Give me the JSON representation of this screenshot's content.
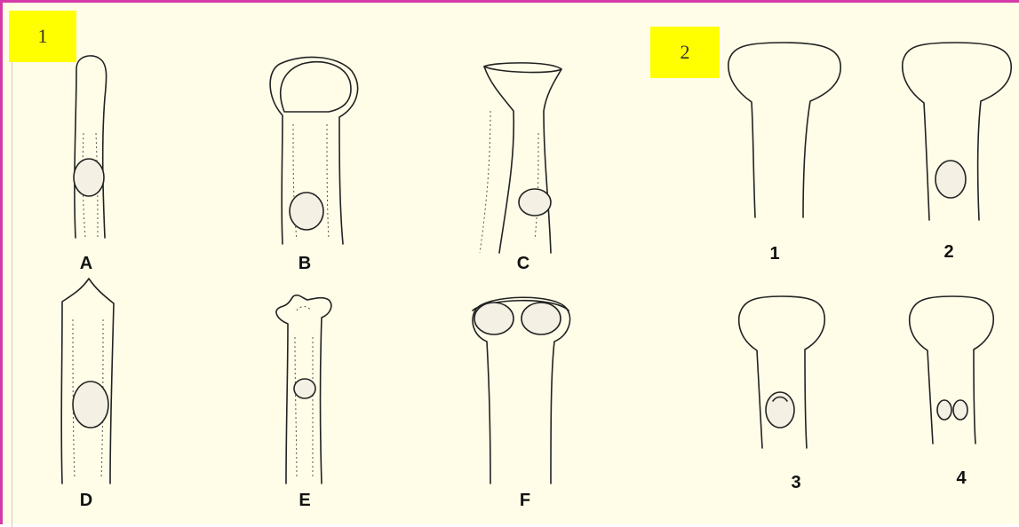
{
  "tags": {
    "group_one": "1",
    "group_two": "2"
  },
  "panel_one_labels": [
    "A",
    "B",
    "C",
    "D",
    "E",
    "F"
  ],
  "panel_two_labels": [
    "1",
    "2",
    "3",
    "4"
  ],
  "colors": {
    "frame_border": "#d63aa8",
    "background": "#fffde8",
    "tag_fill": "#ffff00"
  }
}
